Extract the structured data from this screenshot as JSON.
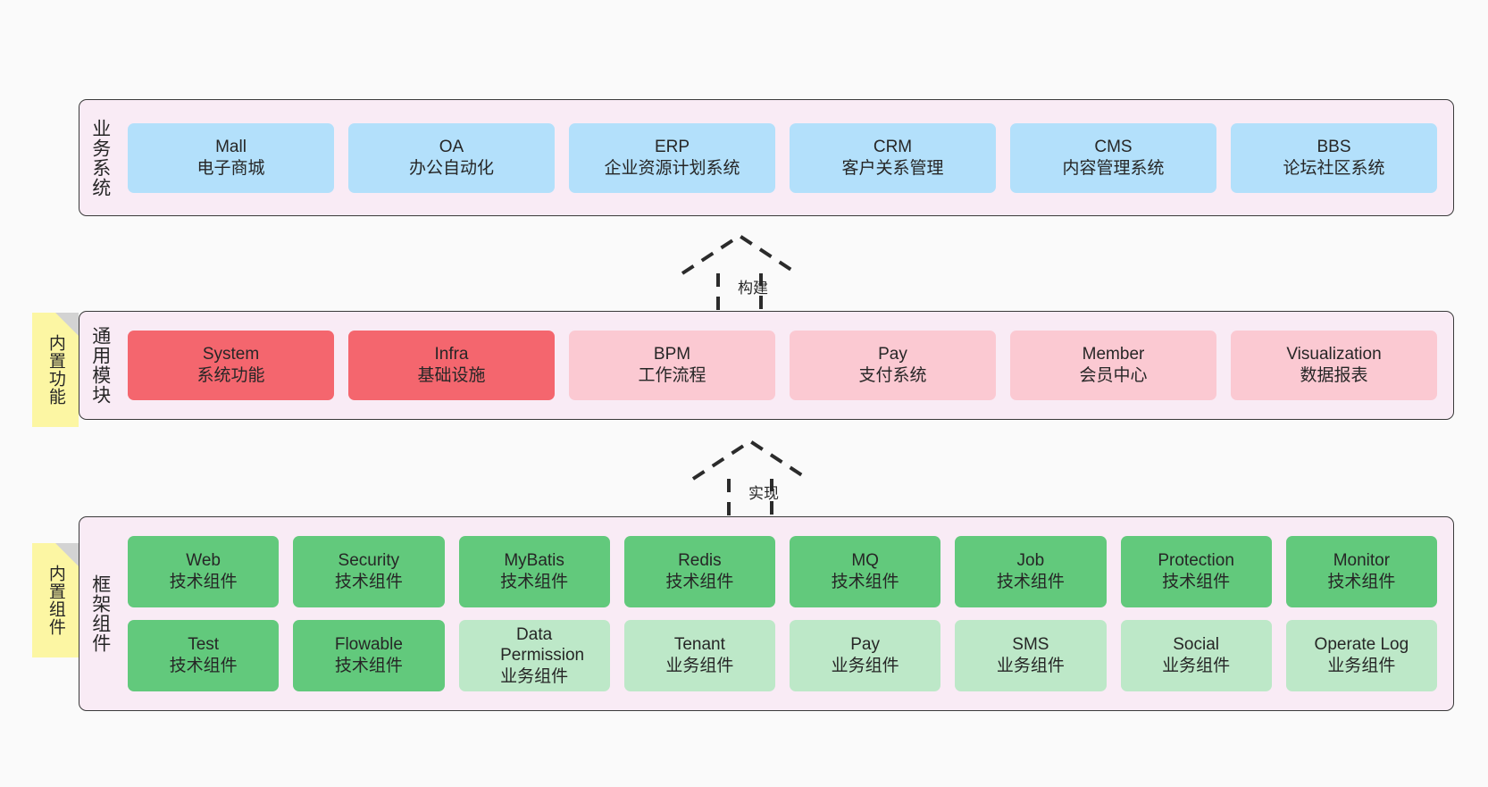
{
  "canvas": {
    "background": "#fafafa",
    "panel_fill": "#f9ebf5",
    "panel_border": "#3a3a3a",
    "sticky_fill": "#fcf6a3"
  },
  "layers": [
    {
      "id": "business-systems",
      "title": "业务系统",
      "rows": [
        {
          "cards": [
            {
              "name": "Mall",
              "sub": "电子商城",
              "color": "#b3e0fb",
              "style": "c-blue"
            },
            {
              "name": "OA",
              "sub": "办公自动化",
              "color": "#b3e0fb",
              "style": "c-blue"
            },
            {
              "name": "ERP",
              "sub": "企业资源计划系统",
              "color": "#b3e0fb",
              "style": "c-blue"
            },
            {
              "name": "CRM",
              "sub": "客户关系管理",
              "color": "#b3e0fb",
              "style": "c-blue"
            },
            {
              "name": "CMS",
              "sub": "内容管理系统",
              "color": "#b3e0fb",
              "style": "c-blue"
            },
            {
              "name": "BBS",
              "sub": "论坛社区系统",
              "color": "#b3e0fb",
              "style": "c-blue"
            }
          ]
        }
      ]
    },
    {
      "id": "common-modules",
      "title": "通用模块",
      "sticky": "内置功能",
      "rows": [
        {
          "cards": [
            {
              "name": "System",
              "sub": "系统功能",
              "color": "#f4666e",
              "style": "c-red"
            },
            {
              "name": "Infra",
              "sub": "基础设施",
              "color": "#f4666e",
              "style": "c-red"
            },
            {
              "name": "BPM",
              "sub": "工作流程",
              "color": "#fbc9d2",
              "style": "c-pink"
            },
            {
              "name": "Pay",
              "sub": "支付系统",
              "color": "#fbc9d2",
              "style": "c-pink"
            },
            {
              "name": "Member",
              "sub": "会员中心",
              "color": "#fbc9d2",
              "style": "c-pink"
            },
            {
              "name": "Visualization",
              "sub": "数据报表",
              "color": "#fbc9d2",
              "style": "c-pink"
            }
          ]
        }
      ]
    },
    {
      "id": "framework-components",
      "title": "框架组件",
      "sticky": "内置组件",
      "rows": [
        {
          "cards": [
            {
              "name": "Web",
              "sub": "技术组件",
              "color": "#62c97c",
              "style": "c-green"
            },
            {
              "name": "Security",
              "sub": "技术组件",
              "color": "#62c97c",
              "style": "c-green"
            },
            {
              "name": "MyBatis",
              "sub": "技术组件",
              "color": "#62c97c",
              "style": "c-green"
            },
            {
              "name": "Redis",
              "sub": "技术组件",
              "color": "#62c97c",
              "style": "c-green"
            },
            {
              "name": "MQ",
              "sub": "技术组件",
              "color": "#62c97c",
              "style": "c-green"
            },
            {
              "name": "Job",
              "sub": "技术组件",
              "color": "#62c97c",
              "style": "c-green"
            },
            {
              "name": "Protection",
              "sub": "技术组件",
              "color": "#62c97c",
              "style": "c-green"
            },
            {
              "name": "Monitor",
              "sub": "技术组件",
              "color": "#62c97c",
              "style": "c-green"
            }
          ]
        },
        {
          "cards": [
            {
              "name": "Test",
              "sub": "技术组件",
              "color": "#62c97c",
              "style": "c-green"
            },
            {
              "name": "Flowable",
              "sub": "技术组件",
              "color": "#62c97c",
              "style": "c-green"
            },
            {
              "name": "Data Permission",
              "sub": "业务组件",
              "color": "#bde8c8",
              "style": "c-lightgreen"
            },
            {
              "name": "Tenant",
              "sub": "业务组件",
              "color": "#bde8c8",
              "style": "c-lightgreen"
            },
            {
              "name": "Pay",
              "sub": "业务组件",
              "color": "#bde8c8",
              "style": "c-lightgreen"
            },
            {
              "name": "SMS",
              "sub": "业务组件",
              "color": "#bde8c8",
              "style": "c-lightgreen"
            },
            {
              "name": "Social",
              "sub": "业务组件",
              "color": "#bde8c8",
              "style": "c-lightgreen"
            },
            {
              "name": "Operate Log",
              "sub": "业务组件",
              "color": "#bde8c8",
              "style": "c-lightgreen"
            }
          ]
        }
      ]
    }
  ],
  "arrows": [
    {
      "id": "build-arrow",
      "label": "构建"
    },
    {
      "id": "implement-arrow",
      "label": "实现"
    }
  ]
}
